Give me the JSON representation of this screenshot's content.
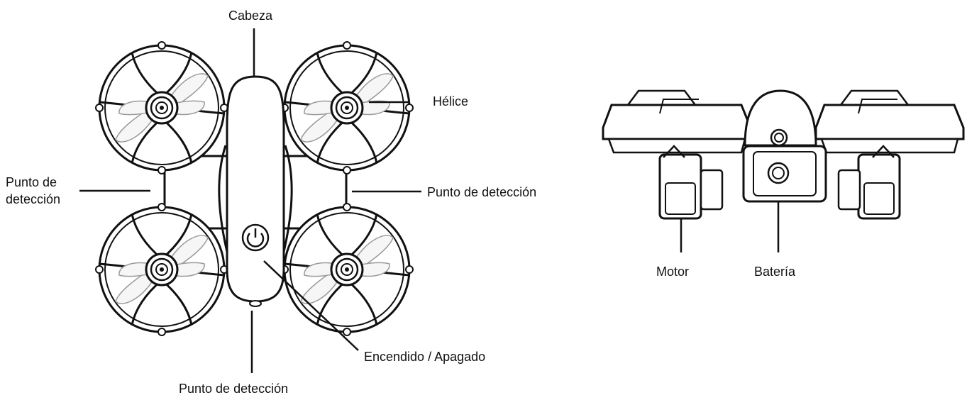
{
  "labels": {
    "cabeza": "Cabeza",
    "helice": "Hélice",
    "punto_left_line1": "Punto de",
    "punto_left_line2": "detección",
    "punto_right": "Punto de detección",
    "encendido": "Encendido / Apagado",
    "punto_bottom": "Punto de detección",
    "motor": "Motor",
    "bateria": "Batería"
  },
  "colors": {
    "stroke": "#111111",
    "fill": "#ffffff",
    "shade": "#e8e8e8"
  },
  "icons": {
    "power": "power-icon"
  }
}
